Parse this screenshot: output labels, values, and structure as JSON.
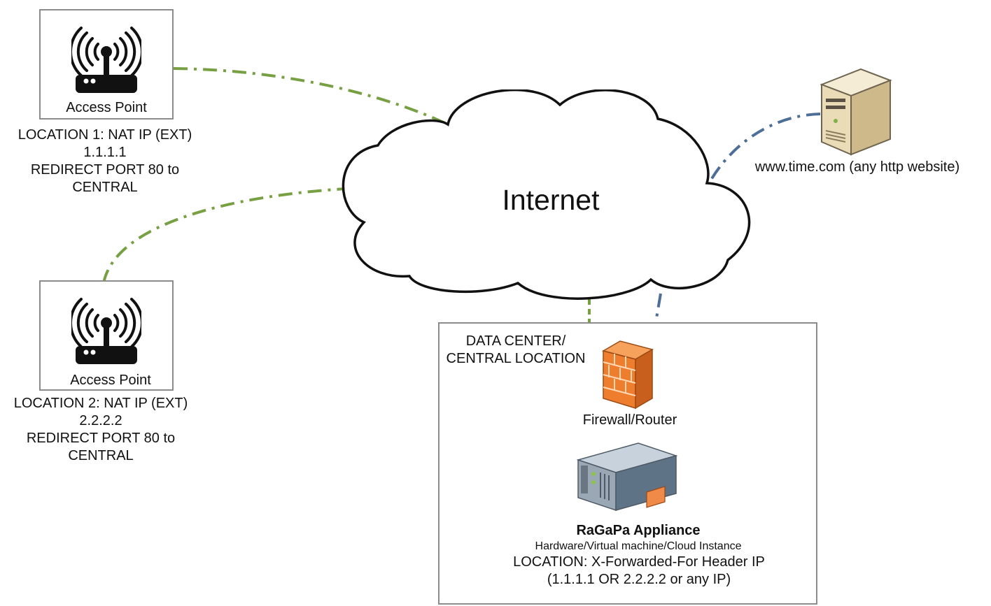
{
  "cloud": {
    "label": "Internet"
  },
  "access_points": [
    {
      "label": "Access Point",
      "lines": [
        "LOCATION 1: NAT IP (EXT)",
        "1.1.1.1",
        "REDIRECT PORT 80 to",
        "CENTRAL"
      ]
    },
    {
      "label": "Access Point",
      "lines": [
        "LOCATION 2: NAT IP (EXT)",
        "2.2.2.2",
        "REDIRECT PORT 80 to",
        "CENTRAL"
      ]
    }
  ],
  "website": {
    "label": "www.time.com (any http website)"
  },
  "data_center": {
    "title_lines": [
      "DATA CENTER/",
      "CENTRAL LOCATION"
    ],
    "firewall_label": "Firewall/Router",
    "appliance_name": "RaGaPa Appliance",
    "appliance_sub": "Hardware/Virtual machine/Cloud Instance",
    "location_lines": [
      "LOCATION: X-Forwarded-For Header IP",
      "(1.1.1.1 OR 2.2.2.2 or any IP)"
    ]
  },
  "colors": {
    "green_link": "#77a043",
    "blue_link": "#4d6e96",
    "box_border": "#8c8c8c"
  }
}
